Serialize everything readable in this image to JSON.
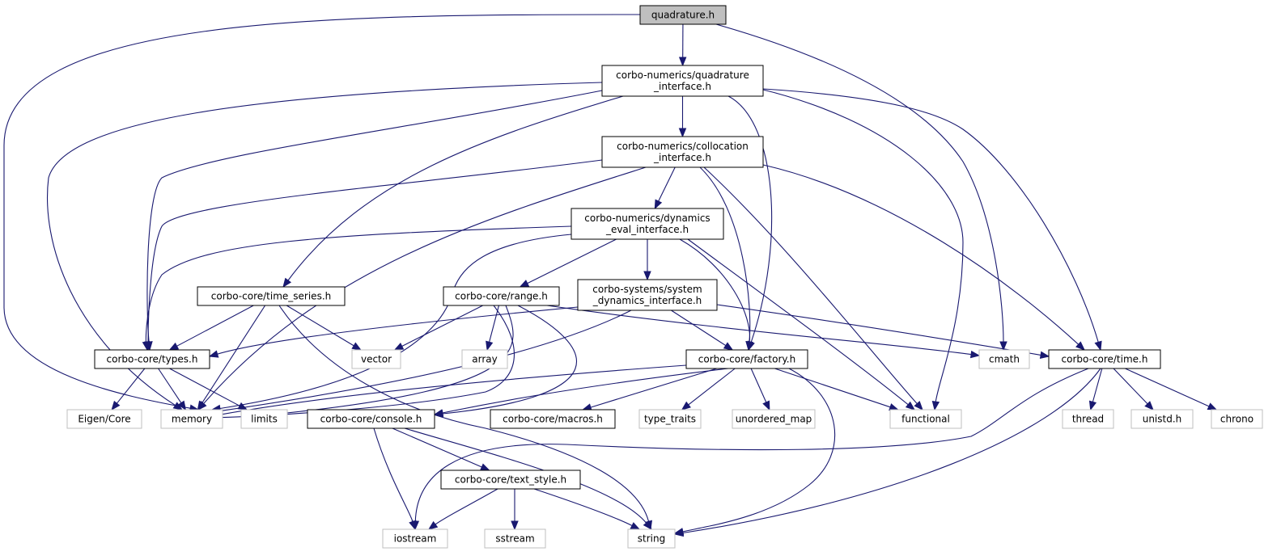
{
  "title": "quadrature.h",
  "graph": {
    "type": "include-dependency-graph",
    "colors": {
      "edge": "#191970",
      "root_fill": "#bfbfbf",
      "local_border": "#000000",
      "system_border": "#bfbfbf"
    },
    "nodes": [
      {
        "id": "quadrature",
        "lines": [
          "quadrature.h"
        ],
        "kind": "root"
      },
      {
        "id": "quad_iface",
        "lines": [
          "corbo-numerics/quadrature",
          "_interface.h"
        ],
        "kind": "local"
      },
      {
        "id": "colloc_iface",
        "lines": [
          "corbo-numerics/collocation",
          "_interface.h"
        ],
        "kind": "local"
      },
      {
        "id": "dyn_eval",
        "lines": [
          "corbo-numerics/dynamics",
          "_eval_interface.h"
        ],
        "kind": "local"
      },
      {
        "id": "time_series",
        "lines": [
          "corbo-core/time_series.h"
        ],
        "kind": "local"
      },
      {
        "id": "range",
        "lines": [
          "corbo-core/range.h"
        ],
        "kind": "local"
      },
      {
        "id": "sys_dyn",
        "lines": [
          "corbo-systems/system",
          "_dynamics_interface.h"
        ],
        "kind": "local"
      },
      {
        "id": "types",
        "lines": [
          "corbo-core/types.h"
        ],
        "kind": "local"
      },
      {
        "id": "vector",
        "lines": [
          "vector"
        ],
        "kind": "system"
      },
      {
        "id": "array",
        "lines": [
          "array"
        ],
        "kind": "system"
      },
      {
        "id": "factory",
        "lines": [
          "corbo-core/factory.h"
        ],
        "kind": "local"
      },
      {
        "id": "cmath",
        "lines": [
          "cmath"
        ],
        "kind": "system"
      },
      {
        "id": "time",
        "lines": [
          "corbo-core/time.h"
        ],
        "kind": "local"
      },
      {
        "id": "eigen",
        "lines": [
          "Eigen/Core"
        ],
        "kind": "system"
      },
      {
        "id": "memory",
        "lines": [
          "memory"
        ],
        "kind": "system"
      },
      {
        "id": "limits",
        "lines": [
          "limits"
        ],
        "kind": "system"
      },
      {
        "id": "console",
        "lines": [
          "corbo-core/console.h"
        ],
        "kind": "local"
      },
      {
        "id": "macros",
        "lines": [
          "corbo-core/macros.h"
        ],
        "kind": "local"
      },
      {
        "id": "type_traits",
        "lines": [
          "type_traits"
        ],
        "kind": "system"
      },
      {
        "id": "unordered_map",
        "lines": [
          "unordered_map"
        ],
        "kind": "system"
      },
      {
        "id": "functional",
        "lines": [
          "functional"
        ],
        "kind": "system"
      },
      {
        "id": "thread",
        "lines": [
          "thread"
        ],
        "kind": "system"
      },
      {
        "id": "unistd",
        "lines": [
          "unistd.h"
        ],
        "kind": "system"
      },
      {
        "id": "chrono",
        "lines": [
          "chrono"
        ],
        "kind": "system"
      },
      {
        "id": "text_style",
        "lines": [
          "corbo-core/text_style.h"
        ],
        "kind": "local"
      },
      {
        "id": "iostream",
        "lines": [
          "iostream"
        ],
        "kind": "system"
      },
      {
        "id": "sstream",
        "lines": [
          "sstream"
        ],
        "kind": "system"
      },
      {
        "id": "string",
        "lines": [
          "string"
        ],
        "kind": "system"
      }
    ],
    "edges": [
      [
        "quadrature",
        "quad_iface"
      ],
      [
        "quadrature",
        "memory"
      ],
      [
        "quadrature",
        "cmath"
      ],
      [
        "quad_iface",
        "colloc_iface"
      ],
      [
        "quad_iface",
        "types"
      ],
      [
        "quad_iface",
        "time_series"
      ],
      [
        "quad_iface",
        "factory"
      ],
      [
        "quad_iface",
        "memory"
      ],
      [
        "quad_iface",
        "functional"
      ],
      [
        "quad_iface",
        "time"
      ],
      [
        "colloc_iface",
        "dyn_eval"
      ],
      [
        "colloc_iface",
        "types"
      ],
      [
        "colloc_iface",
        "memory"
      ],
      [
        "colloc_iface",
        "factory"
      ],
      [
        "colloc_iface",
        "functional"
      ],
      [
        "colloc_iface",
        "time"
      ],
      [
        "dyn_eval",
        "types"
      ],
      [
        "dyn_eval",
        "range"
      ],
      [
        "dyn_eval",
        "sys_dyn"
      ],
      [
        "dyn_eval",
        "factory"
      ],
      [
        "dyn_eval",
        "functional"
      ],
      [
        "dyn_eval",
        "memory"
      ],
      [
        "time_series",
        "types"
      ],
      [
        "time_series",
        "vector"
      ],
      [
        "time_series",
        "memory"
      ],
      [
        "time_series",
        "string"
      ],
      [
        "range",
        "vector"
      ],
      [
        "range",
        "array"
      ],
      [
        "range",
        "cmath"
      ],
      [
        "range",
        "limits"
      ],
      [
        "range",
        "memory"
      ],
      [
        "range",
        "console"
      ],
      [
        "sys_dyn",
        "types"
      ],
      [
        "sys_dyn",
        "factory"
      ],
      [
        "sys_dyn",
        "time"
      ],
      [
        "sys_dyn",
        "memory"
      ],
      [
        "types",
        "eigen"
      ],
      [
        "types",
        "memory"
      ],
      [
        "types",
        "limits"
      ],
      [
        "factory",
        "memory"
      ],
      [
        "factory",
        "console"
      ],
      [
        "factory",
        "macros"
      ],
      [
        "factory",
        "type_traits"
      ],
      [
        "factory",
        "unordered_map"
      ],
      [
        "factory",
        "functional"
      ],
      [
        "factory",
        "string"
      ],
      [
        "time",
        "thread"
      ],
      [
        "time",
        "unistd"
      ],
      [
        "time",
        "chrono"
      ],
      [
        "time",
        "iostream"
      ],
      [
        "time",
        "string"
      ],
      [
        "console",
        "text_style"
      ],
      [
        "console",
        "iostream"
      ],
      [
        "console",
        "string"
      ],
      [
        "text_style",
        "iostream"
      ],
      [
        "text_style",
        "sstream"
      ],
      [
        "text_style",
        "string"
      ]
    ]
  }
}
